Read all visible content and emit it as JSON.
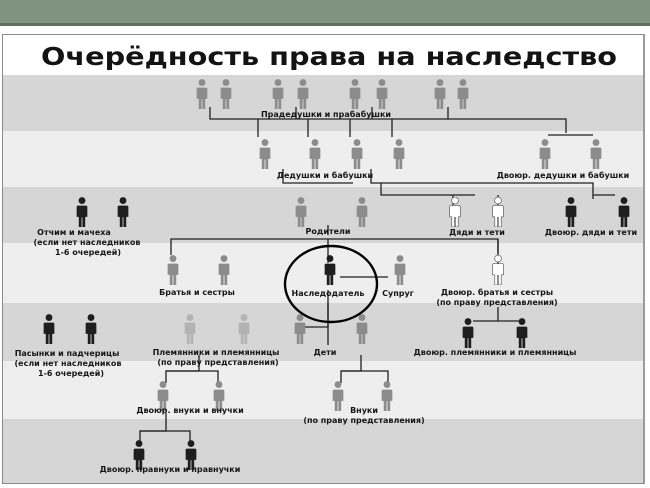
{
  "title": "Очерёдность права на наследство",
  "labels": {
    "great_grandparents": "Прадедушки и прабабушки",
    "grandparents": "Дедушки и бабушки",
    "cousin_grandparents": "Двоюр. дедушки и бабушки",
    "stepparents": [
      "Отчим и мачеха",
      "(если нет  наследников",
      "1-6 очередей)"
    ],
    "parents": "Родители",
    "uncles_aunts": "Дяди и тети",
    "cousin_uncles_aunts": "Двоюр. дяди и тети",
    "siblings": "Братья и сестры",
    "heir": "Наследодатель",
    "spouse": "Супруг",
    "cousin_siblings": [
      "Двоюр. братья и сестры",
      "(по праву представления)"
    ],
    "stepchildren": [
      "Пасынки и падчерицы",
      "(если нет  наследников",
      "1-6 очередей)"
    ],
    "nephews": [
      "Племянники и племянницы",
      "(по праву представления)"
    ],
    "children": "Дети",
    "cousin_nephews": "Двоюр. племянники и племянницы",
    "cousin_grandchildren": "Двоюр. внуки и внучки",
    "grandchildren": [
      "Внуки",
      "(по праву представления)"
    ],
    "cousin_great_grandchildren": "Двоюр. правнуки и правнучки"
  },
  "colors": {
    "top_bar": "#7f9380",
    "band_dark": "#d6d6d6",
    "band_light": "#eeeeee",
    "figure_gray": "#8c8c8c",
    "figure_light": "#b3b3b3",
    "figure_dark": "#1e1e1e",
    "figure_white": "#ffffff"
  },
  "icons": [
    "person-icon"
  ]
}
